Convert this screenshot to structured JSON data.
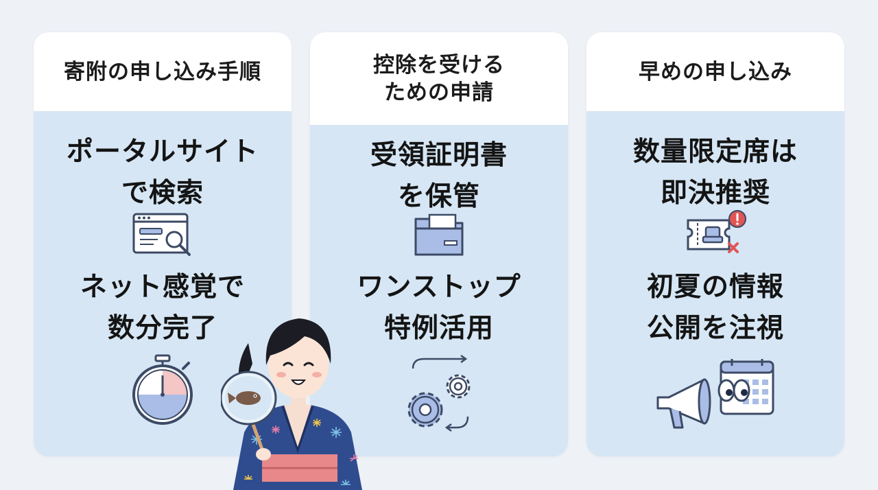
{
  "cards": [
    {
      "header": "寄附の申し込み手順",
      "point1": [
        "ポータルサイト",
        "で検索"
      ],
      "icon1": "search-window-icon",
      "point2": [
        "ネット感覚で",
        "数分完了"
      ],
      "icon2": "stopwatch-icon"
    },
    {
      "header": [
        "控除を受ける",
        "ための申請"
      ],
      "point1": [
        "受領証明書",
        "を保管"
      ],
      "icon1": "folder-icon",
      "point2": [
        "ワンストップ",
        "特例活用"
      ],
      "icon2": "gears-cycle-icon"
    },
    {
      "header": "早めの申し込み",
      "point1": [
        "数量限定席は",
        "即決推奨"
      ],
      "icon1": "ticket-seat-alert-icon",
      "point2": [
        "初夏の情報",
        "公開を注視"
      ],
      "icon2": "megaphone-calendar-icon"
    }
  ],
  "illustration": "girl-in-yukata-holding-fan-icon",
  "colors": {
    "background": "#eef1f6",
    "card": "#d6e6f4",
    "header": "#ffffff",
    "icon_stroke": "#3c4a66",
    "icon_fill": "#a9bde6",
    "alert": "#e25555"
  }
}
